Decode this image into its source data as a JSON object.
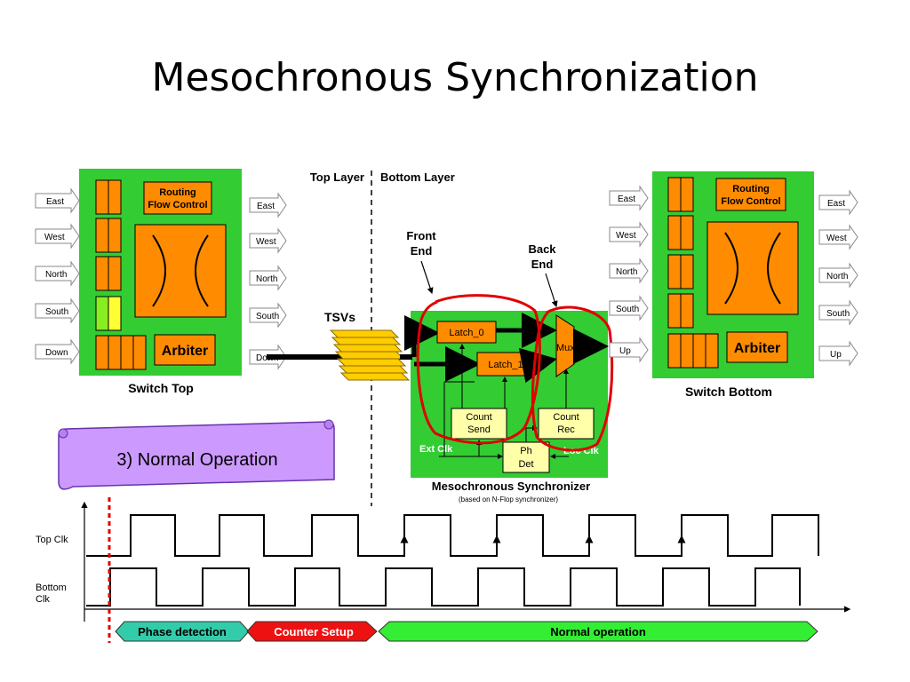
{
  "title": "Mesochronous Synchronization",
  "layers": {
    "top": "Top Layer",
    "bottom": "Bottom Layer"
  },
  "switch_top": {
    "caption": "Switch Top",
    "routing": [
      "Routing",
      "Flow Control"
    ],
    "arbiter": "Arbiter",
    "inputs": [
      "East",
      "West",
      "North",
      "South",
      "Down"
    ],
    "outputs": [
      "East",
      "West",
      "North",
      "South",
      "Down"
    ]
  },
  "switch_bottom": {
    "caption": "Switch Bottom",
    "routing": [
      "Routing",
      "Flow Control"
    ],
    "arbiter": "Arbiter",
    "inputs": [
      "East",
      "West",
      "North",
      "South",
      "Up"
    ],
    "outputs": [
      "East",
      "West",
      "North",
      "South",
      "Up"
    ]
  },
  "tsvs": "TSVs",
  "front_end": [
    "Front",
    "End"
  ],
  "back_end": [
    "Back",
    "End"
  ],
  "synchronizer": {
    "latch0": "Latch_0",
    "latch1": "Latch_1",
    "mux": "Mux",
    "count_send": [
      "Count",
      "Send"
    ],
    "count_rec": [
      "Count",
      "Rec"
    ],
    "ph_det": [
      "Ph",
      "Det"
    ],
    "ext_clk": "Ext Clk",
    "loc_clk": "Loc Clk",
    "caption": "Mesochronous Synchronizer",
    "subcaption": "(based on N-Flop synchronizer)"
  },
  "scroll_banner": "3) Normal Operation",
  "timing": {
    "top_clk_label": "Top Clk",
    "bottom_clk_label": [
      "Bottom",
      "Clk"
    ],
    "phases": [
      "Phase detection",
      "Counter Setup",
      "Normal operation"
    ]
  },
  "colors": {
    "green": "#33cc33",
    "orange": "#ff8c00",
    "yellow": "#ffffaa",
    "red_ink": "#e00000",
    "banner": "#cc99ff",
    "phase_detection": "#33ccaa",
    "counter_setup": "#ee1111",
    "normal_operation": "#33ee33"
  }
}
